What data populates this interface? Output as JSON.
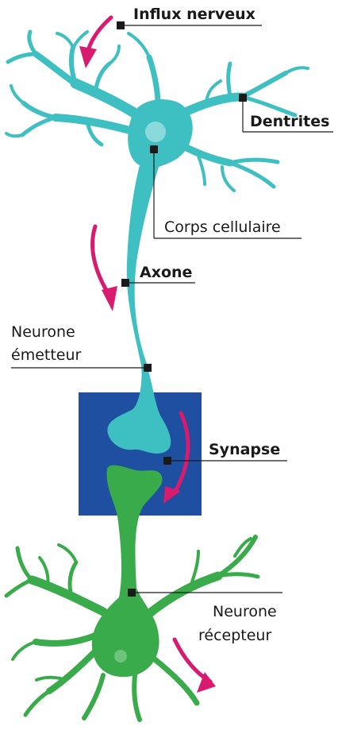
{
  "labels": {
    "influx": "Influx nerveux",
    "dentrites": "Dentrites",
    "corps": "Corps cellulaire",
    "axone": "Axone",
    "emetteur_line1": "Neurone",
    "emetteur_line2": "émetteur",
    "synapse": "Synapse",
    "recepteur_line1": "Neurone",
    "recepteur_line2": "récepteur"
  },
  "colors": {
    "emitter_neuron": "#3EBFC2",
    "emitter_nucleus": "#8ADADC",
    "receptor_neuron": "#3AAB4A",
    "receptor_nucleus": "#6CC57A",
    "synapse_box": "#1E4FA0",
    "arrow": "#D81B6E",
    "leader_line": "#1a1a1a"
  },
  "icons": [
    "arrow-icon",
    "leader-marker"
  ]
}
